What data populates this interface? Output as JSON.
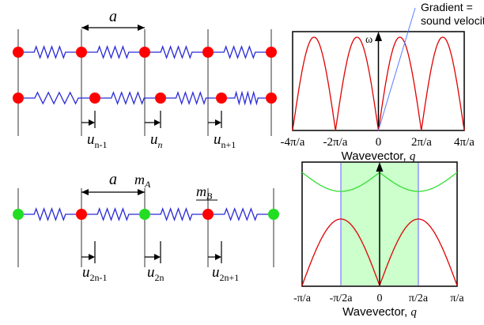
{
  "colors": {
    "spring": "#2a2ad8",
    "atom_red": "#ff0000",
    "atom_green": "#22dd22",
    "dispersion_red": "#e00000",
    "dispersion_green": "#33dd33",
    "zone_fill": "#ccffcc",
    "zone_line": "#6060ff",
    "gradient_line": "#5a7dff"
  },
  "top_chain": {
    "lattice_constant_label": "a",
    "displacements": {
      "u1": {
        "base": "u",
        "sub": "n-1"
      },
      "u2": {
        "base": "u",
        "sub": "n"
      },
      "u3": {
        "base": "u",
        "sub": "n+1"
      }
    }
  },
  "bottom_chain": {
    "lattice_constant_label": "a",
    "mass_a": {
      "base": "m",
      "sub": "A"
    },
    "mass_b": {
      "base": "m",
      "sub": "B"
    },
    "displacements": {
      "u1": {
        "base": "u",
        "sub": "2n-1"
      },
      "u2": {
        "base": "u",
        "sub": "2n"
      },
      "u3": {
        "base": "u",
        "sub": "2n+1"
      }
    }
  },
  "top_plot": {
    "omega_label": "ω",
    "annotation_line1": "Gradient =",
    "annotation_line2": "sound velocity",
    "xlabel": "Wavevector, ",
    "xlabel_var": "q",
    "ticks": [
      "-4π/a",
      "-2π/a",
      "0",
      "2π/a",
      "4π/a"
    ]
  },
  "bottom_plot": {
    "xlabel": "Wavevector, ",
    "xlabel_var": "q",
    "ticks": [
      "-π/a",
      "-π/2a",
      "0",
      "π/2a",
      "π/a"
    ]
  }
}
